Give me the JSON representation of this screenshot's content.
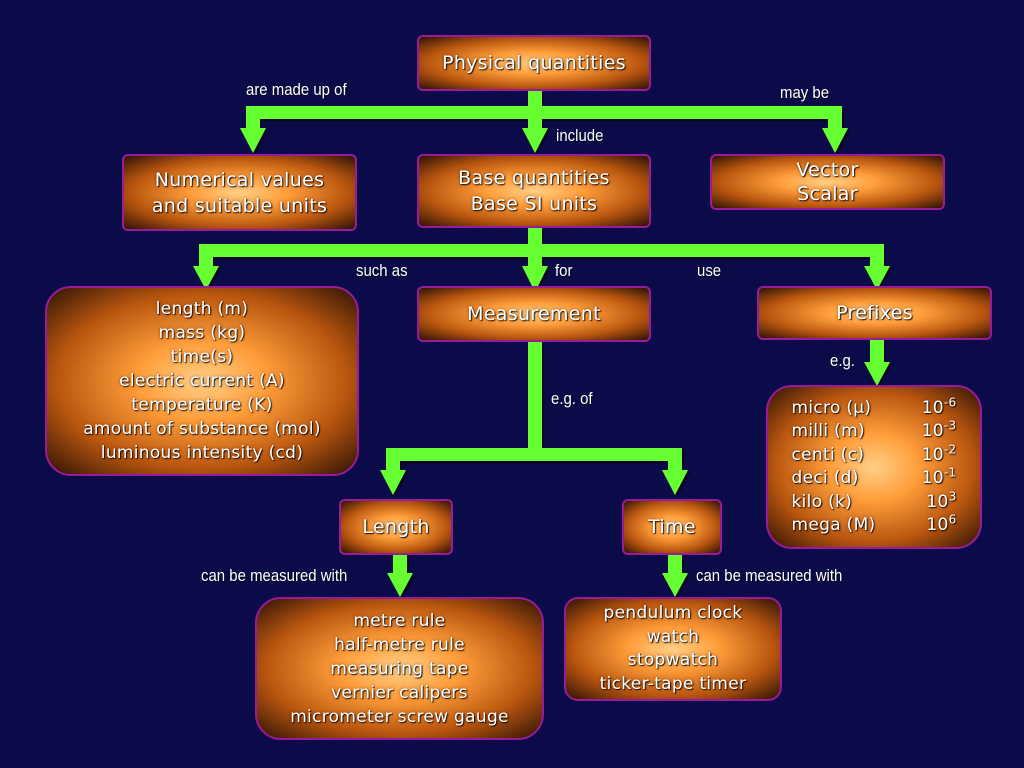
{
  "nodes": {
    "physical_quantities": "Physical quantities",
    "numerical_values": [
      "Numerical values",
      "and suitable units"
    ],
    "base_quantities": [
      "Base quantities",
      "Base SI units"
    ],
    "vector_scalar": [
      "Vector",
      "Scalar"
    ],
    "si_list": [
      "length (m)",
      "mass (kg)",
      "time(s)",
      "electric current (A)",
      "temperature (K)",
      "amount of substance (mol)",
      "luminous intensity (cd)"
    ],
    "measurement": "Measurement",
    "prefixes": "Prefixes",
    "prefix_list": [
      {
        "name": "micro (μ)",
        "base": "10",
        "exp": "-6"
      },
      {
        "name": "milli (m)",
        "base": "10",
        "exp": "-3"
      },
      {
        "name": "centi (c)",
        "base": "10",
        "exp": "-2"
      },
      {
        "name": "deci (d)",
        "base": "10",
        "exp": "-1"
      },
      {
        "name": "kilo (k)",
        "base": "10",
        "exp": "3"
      },
      {
        "name": "mega (M)",
        "base": "10",
        "exp": "6"
      }
    ],
    "length": "Length",
    "time": "Time",
    "length_instruments": [
      "metre rule",
      "half-metre rule",
      "measuring tape",
      "vernier calipers",
      "micrometer screw gauge"
    ],
    "time_instruments": [
      "pendulum clock",
      "watch",
      "stopwatch",
      "ticker-tape timer"
    ]
  },
  "labels": {
    "are_made_up_of": "are made up of",
    "may_be": "may be",
    "include": "include",
    "such_as": "such as",
    "for": "for",
    "use": "use",
    "eg": "e.g.",
    "eg_of": "e.g. of",
    "can_be_measured_with_left": "can be measured with",
    "can_be_measured_with_right": "can be measured with"
  },
  "colors": {
    "background": "#0b0b4a",
    "arrow": "#66ff33",
    "box_border": "#9a1a9a",
    "box_glow": "#ff9d3a",
    "text": "#ffffff"
  }
}
